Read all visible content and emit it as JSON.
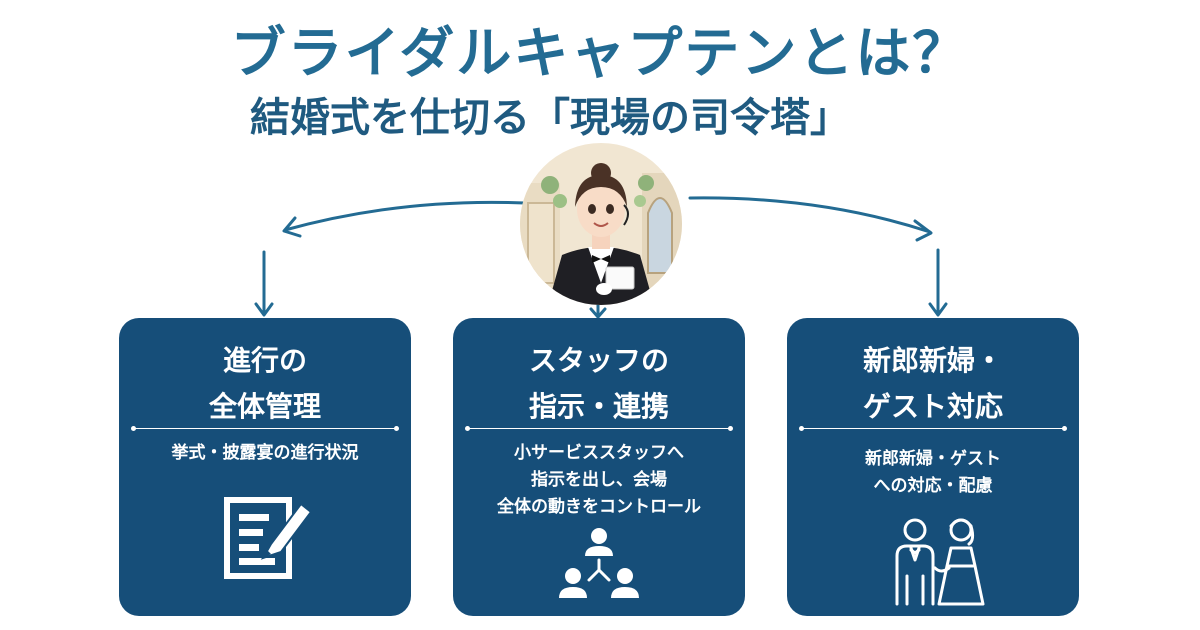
{
  "header": {
    "title": "ブライダルキャプテンとは？",
    "subtitle": "結婚式を仕切る「現場の司令塔」"
  },
  "colors": {
    "title": "#236b93",
    "card_bg": "#164e79",
    "arrow": "#236b93"
  },
  "cards": [
    {
      "title_lines": [
        "進行の",
        "全体管理"
      ],
      "desc_lines": [
        "挙式・披露宴の進行状況"
      ],
      "icon": "document-pen-icon"
    },
    {
      "title_lines": [
        "スタッフの",
        "指示・連携"
      ],
      "desc_lines": [
        "小サービススタッフへ",
        "指示を出し、会場",
        "全体の動きをコントロール"
      ],
      "icon": "team-hierarchy-icon"
    },
    {
      "title_lines": [
        "新郎新婦・",
        "ゲスト対応"
      ],
      "desc_lines": [
        "新郎新婦・ゲスト",
        "への対応・配慮"
      ],
      "icon": "bride-groom-icon"
    }
  ]
}
